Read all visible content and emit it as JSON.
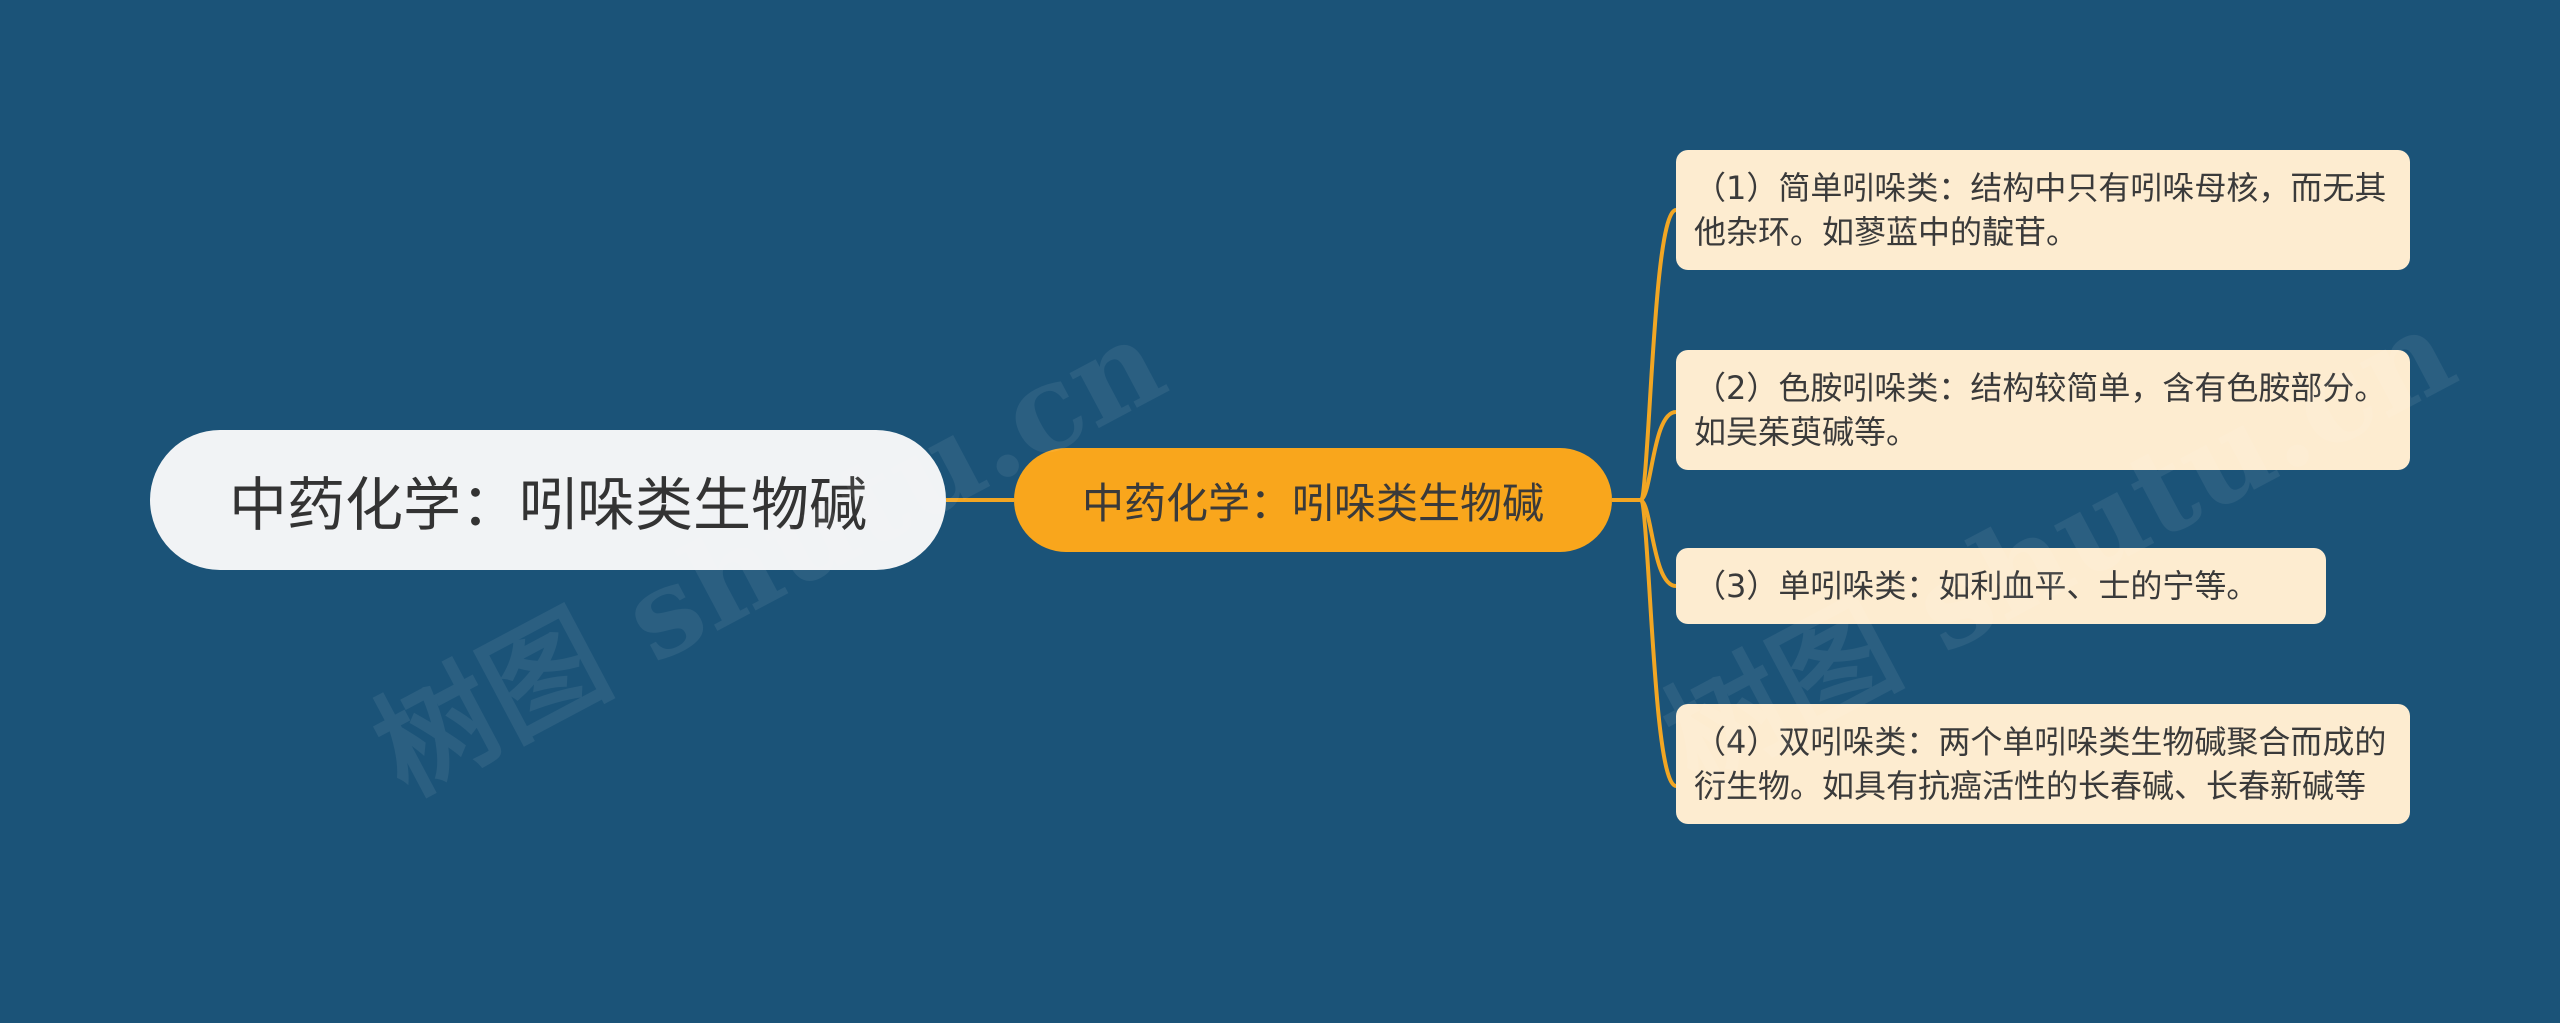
{
  "root": {
    "label": "中药化学：吲哚类生物碱"
  },
  "branch": {
    "label": "中药化学：吲哚类生物碱"
  },
  "leaves": [
    {
      "text": "（1）简单吲哚类：结构中只有吲哚母核，而无其他杂环。如蓼蓝中的靛苷。"
    },
    {
      "text": "（2）色胺吲哚类：结构较简单，含有色胺部分。如吴茱萸碱等。"
    },
    {
      "text": "（3）单吲哚类：如利血平、士的宁等。"
    },
    {
      "text": "（4）双吲哚类：两个单吲哚类生物碱聚合而成的衍生物。如具有抗癌活性的长春碱、长春新碱等"
    }
  ],
  "watermark": "树图 shutu.cn",
  "colors": {
    "background": "#1b5378",
    "root_fill": "#f1f3f5",
    "branch_fill": "#f9a61c",
    "leaf_fill": "#fdecd0",
    "connector": "#f2a623"
  }
}
